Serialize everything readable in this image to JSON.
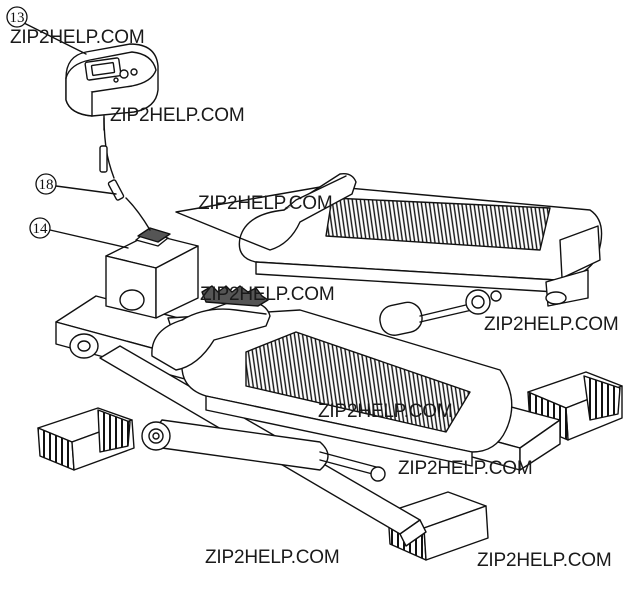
{
  "callouts": [
    {
      "id": "callout-13",
      "label": "13"
    },
    {
      "id": "callout-18",
      "label": "18"
    },
    {
      "id": "callout-14",
      "label": "14"
    }
  ],
  "watermark": "ZIP2HELP.COM",
  "colors": {
    "line": "#111111",
    "background": "#ffffff",
    "dark_fill": "#555555"
  }
}
